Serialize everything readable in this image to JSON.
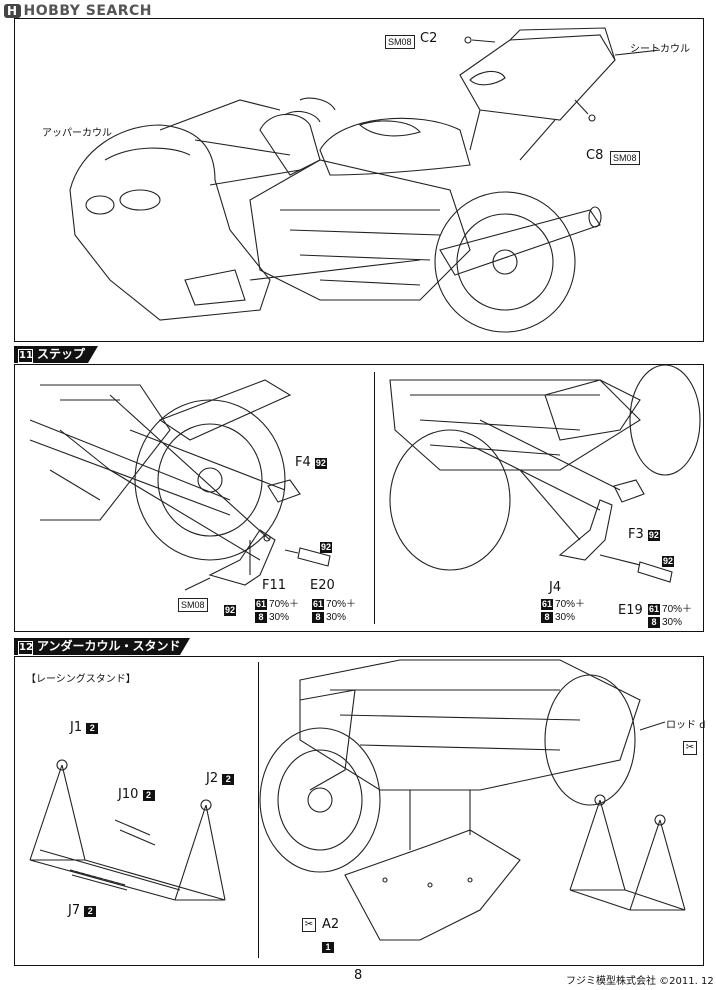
{
  "watermark": {
    "logo": "H",
    "text": "HOBBY SEARCH"
  },
  "top": {
    "seat_cowl_label": "シートカウル",
    "upper_cowl_label": "アッパーカウル",
    "c2": {
      "sm": "SM08",
      "part": "C2"
    },
    "c8": {
      "sm": "SM08",
      "part": "C8"
    }
  },
  "step": {
    "number": "11",
    "title": "ステップ",
    "left": {
      "f4": {
        "part": "F4",
        "color": "92"
      },
      "top_right_color": "92",
      "f11": {
        "part": "F11",
        "paint": [
          {
            "num": "61",
            "text": "70%＋"
          },
          {
            "num": "8",
            "text": "30%"
          }
        ]
      },
      "e20": {
        "part": "E20",
        "paint": [
          {
            "num": "61",
            "text": "70%＋"
          },
          {
            "num": "8",
            "text": "30%"
          }
        ]
      },
      "sm": "SM08",
      "sm_color": "92"
    },
    "right": {
      "f3": {
        "part": "F3",
        "color": "92"
      },
      "top_color": "92",
      "j4": {
        "part": "J4",
        "paint": [
          {
            "num": "61",
            "text": "70%＋"
          },
          {
            "num": "8",
            "text": "30%"
          }
        ]
      },
      "e19": {
        "part": "E19",
        "paint": [
          {
            "num": "61",
            "text": "70%＋"
          },
          {
            "num": "8",
            "text": "30%"
          }
        ]
      }
    }
  },
  "under": {
    "number": "12",
    "title": "アンダーカウル・スタンド",
    "racing_stand_label": "【レーシングスタンド】",
    "j1": {
      "part": "J1",
      "num": "2"
    },
    "j10": {
      "part": "J10",
      "num": "2"
    },
    "j2": {
      "part": "J2",
      "num": "2"
    },
    "j7": {
      "part": "J7",
      "num": "2"
    },
    "rod_label": "ロッド d",
    "a2": {
      "part": "A2",
      "num": "1"
    }
  },
  "footer": {
    "page_number": "8",
    "copyright": "フジミ模型株式会社 ©2011. 12"
  }
}
